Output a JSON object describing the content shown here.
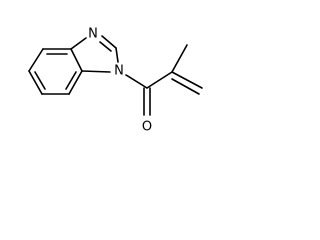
{
  "atoms": {
    "n3_label": "N",
    "n1_label": "N",
    "o_label": "O"
  },
  "colors": {
    "ink": "#000000",
    "background": "#ffffff"
  }
}
